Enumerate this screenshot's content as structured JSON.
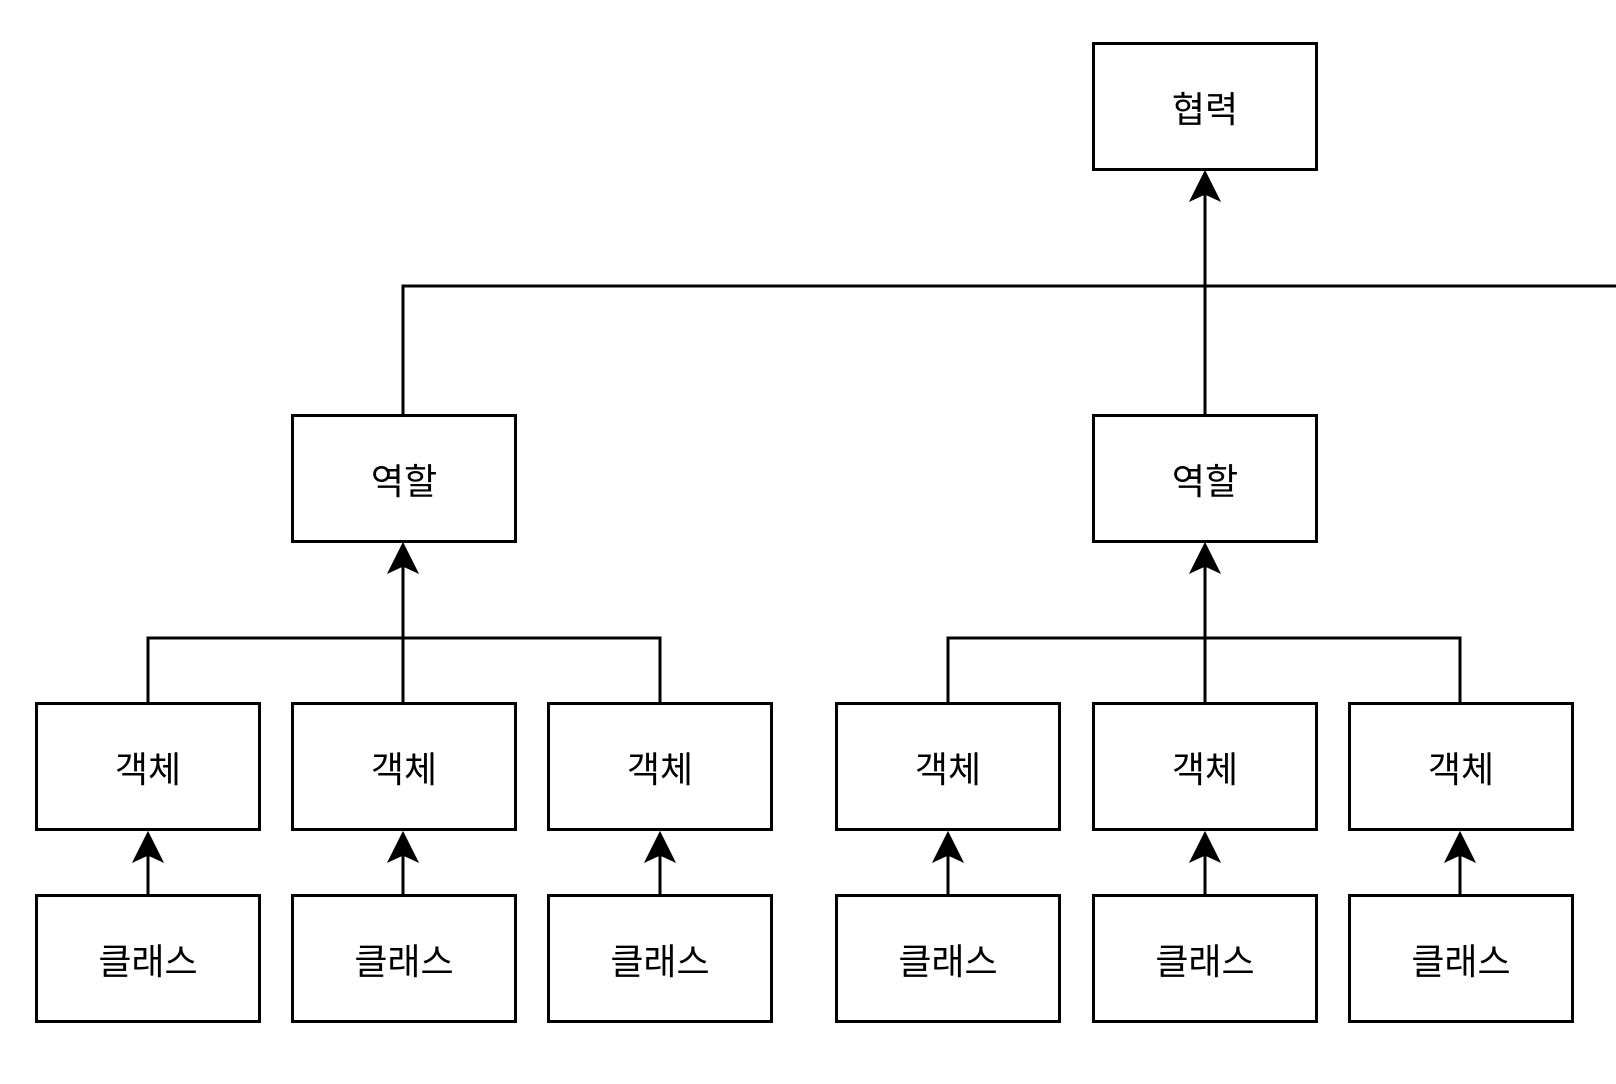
{
  "diagram": {
    "collaboration": {
      "label": "협력"
    },
    "roles": [
      {
        "label": "역할",
        "objects": [
          {
            "label": "객체",
            "class_label": "클래스"
          },
          {
            "label": "객체",
            "class_label": "클래스"
          },
          {
            "label": "객체",
            "class_label": "클래스"
          }
        ]
      },
      {
        "label": "역할",
        "objects": [
          {
            "label": "객체",
            "class_label": "클래스"
          },
          {
            "label": "객체",
            "class_label": "클래스"
          },
          {
            "label": "객체",
            "class_label": "클래스"
          }
        ]
      }
    ]
  }
}
